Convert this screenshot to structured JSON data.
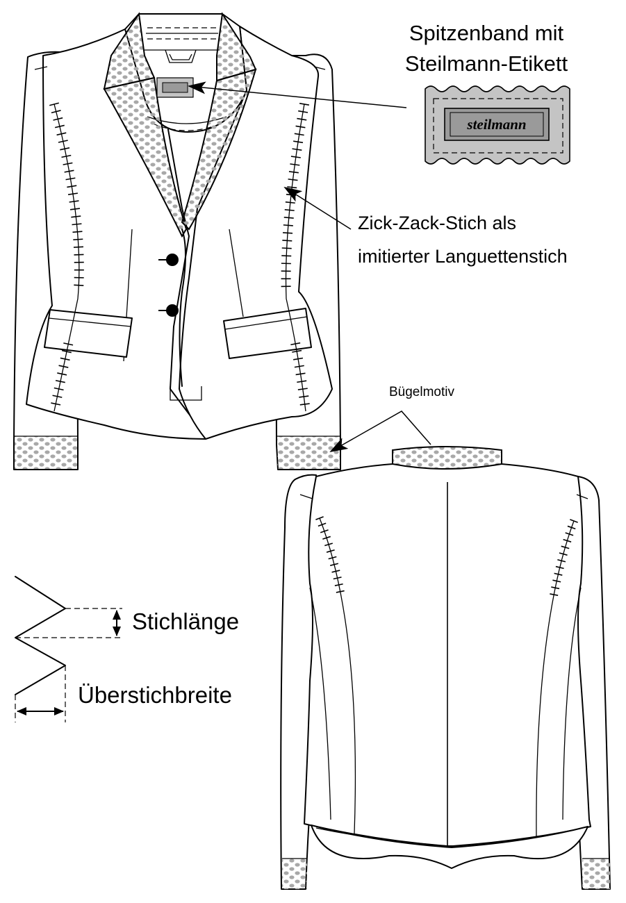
{
  "labels": {
    "lace_title_line1": "Spitzenband mit",
    "lace_title_line2": "Steilmann-Etikett",
    "zigzag_line1": "Zick-Zack-Stich als",
    "zigzag_line2": "imitierter Languettenstich",
    "iron_motif": "Bügelmotiv",
    "stitch_length": "Stichlänge",
    "overstitch_width": "Überstichbreite"
  },
  "brand_label": "steilmann",
  "colors": {
    "ink": "#000000",
    "dots": "#a8a8a8",
    "tape": "#c4c4c4",
    "label_inner": "#9a9a9a"
  },
  "icons": [
    "button-icon",
    "arrow-icon",
    "zigzag-stitch-icon",
    "dimension-arrow-icon"
  ]
}
